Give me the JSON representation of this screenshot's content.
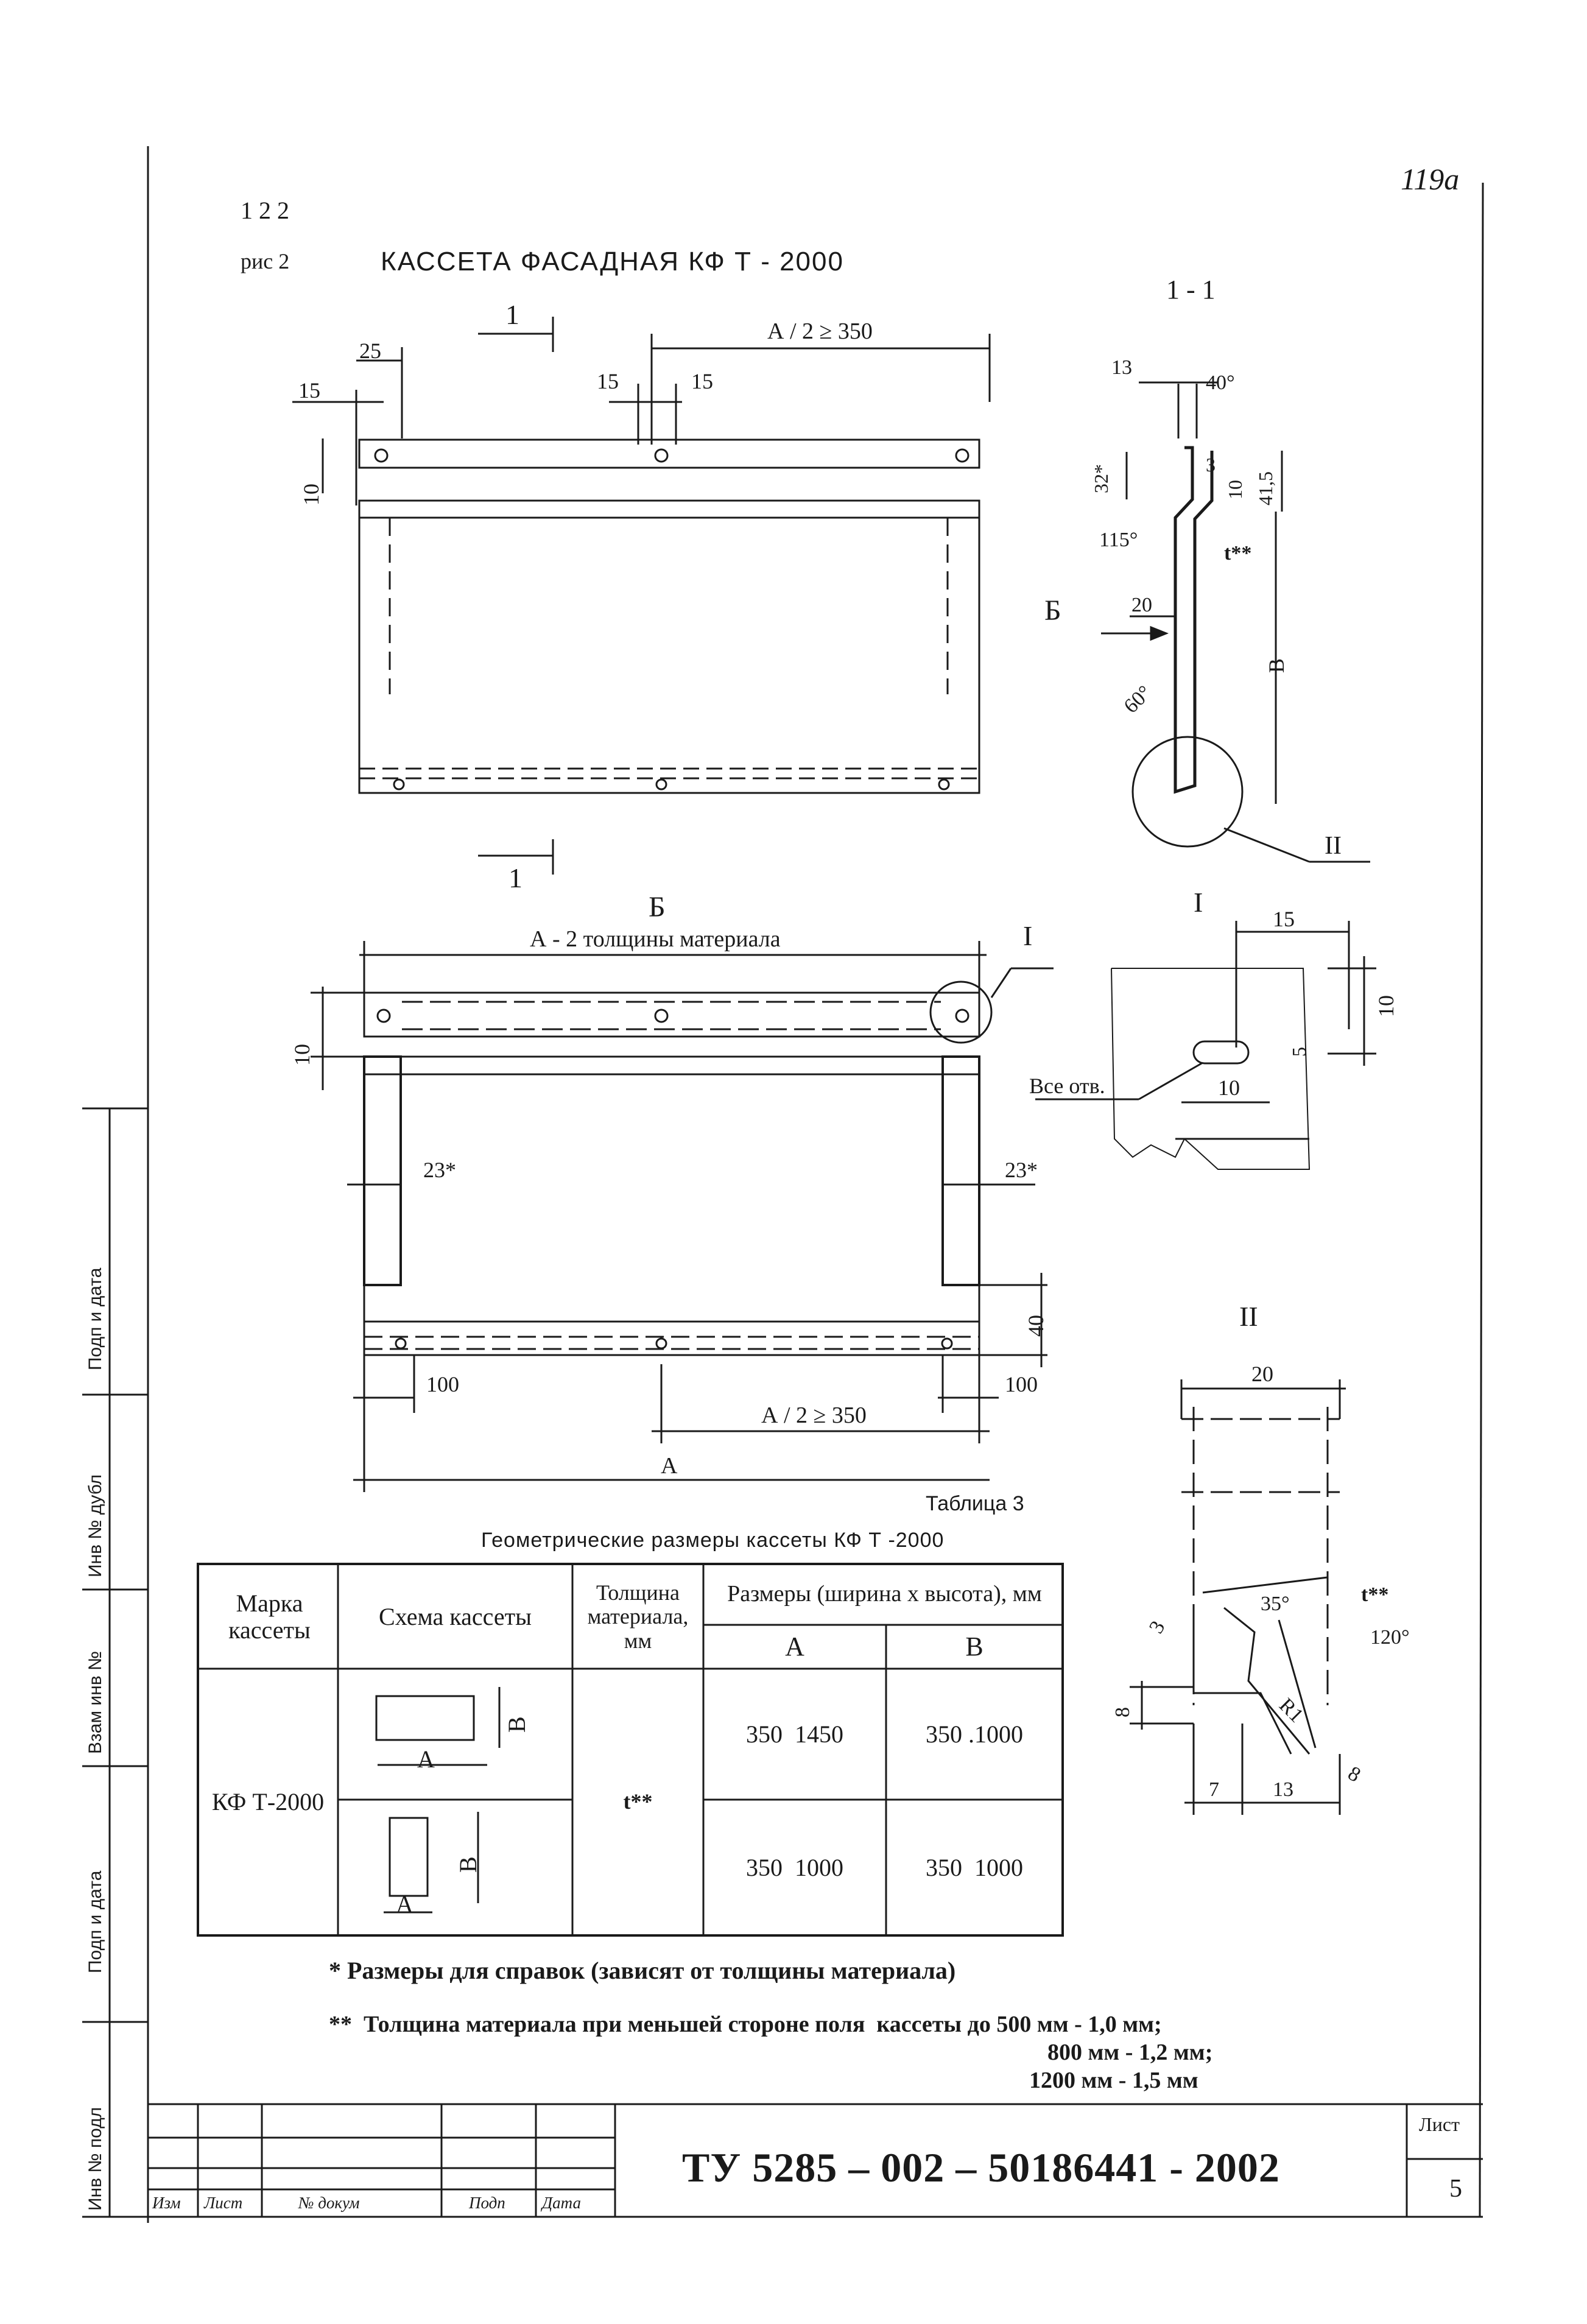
{
  "header": {
    "section": "1 2 2",
    "figure_label": "рис 2",
    "title": "КАССЕТА ФАСАДНАЯ КФ Т - 2000",
    "page_handwritten": "119а"
  },
  "front_view": {
    "section_mark": "1",
    "dims": {
      "top_half": "А / 2 ≥ 350",
      "edge_25": "25",
      "edge_15_left": "15",
      "mid_15_left": "15",
      "mid_15_right": "15",
      "edge_10": "10"
    }
  },
  "section_view": {
    "title": "1 - 1",
    "dims": {
      "d13": "13",
      "angle40": "40°",
      "d32": "32*",
      "d3": "3",
      "d10": "10",
      "d41": "41,5",
      "angle115": "115°",
      "t": "t**",
      "arrow_label": "Б",
      "d20": "20",
      "height": "В",
      "angle60": "60°",
      "detail_label": "II"
    }
  },
  "view_b": {
    "title": "Б",
    "width_label": "А - 2 толщины материала",
    "detail_label": "I",
    "dims": {
      "d10": "10",
      "d23_left": "23*",
      "d23_right": "23*",
      "d40": "40",
      "d100_left": "100",
      "d100_right": "100",
      "half": "А / 2 ≥ 350",
      "total": "А"
    }
  },
  "detail_i": {
    "title": "I",
    "all_holes": "Все отв.",
    "dims": {
      "d15": "15",
      "d10_v": "10",
      "d5": "5",
      "d10_h": "10"
    }
  },
  "detail_ii": {
    "title": "II",
    "dims": {
      "d20": "20",
      "d3": "3",
      "angle35": "35°",
      "t": "t**",
      "angle120": "120°",
      "d8": "8",
      "r1": "R1",
      "d8b": "8",
      "d7": "7",
      "d13": "13"
    }
  },
  "table": {
    "number": "Таблица 3",
    "caption": "Геометрические размеры кассеты КФ Т -2000",
    "headers": {
      "mark": "Марка кассеты",
      "scheme": "Схема кассеты",
      "thickness": "Толщина материала, мм",
      "sizes": "Размеры (ширина х высота), мм",
      "col_a": "А",
      "col_b": "В"
    },
    "mark_value": "КФ Т-2000",
    "thickness_value": "t**",
    "scheme_labels": {
      "a": "А",
      "b": "В"
    },
    "rows": [
      {
        "a": "350  1450",
        "b": "350 .1000"
      },
      {
        "a": "350  1000",
        "b": "350  1000"
      }
    ]
  },
  "notes": {
    "note1": "* Размеры для справок (зависят от толщины материала)",
    "note2_line1": "**  Толщина материала при меньшей стороне поля  кассеты до 500 мм - 1,0 мм;",
    "note2_line2": "800 мм - 1,2 мм;",
    "note2_line3": "1200 мм - 1,5 мм"
  },
  "title_block": {
    "doc_code": "ТУ 5285 – 002 – 50186441 - 2002",
    "sheet_label": "Лист",
    "sheet_number": "5",
    "col_izm": "Изм",
    "col_list": "Лист",
    "col_doc": "№ докум",
    "col_sign": "Подп",
    "col_date": "Дата"
  },
  "side_stamp": {
    "inv_podl": "Инв № подл",
    "podp_data": "Подп и дата",
    "vzam_inv": "Взам инв №",
    "inv_dubl": "Инв № дубл",
    "podp_data2": "Подп и дата"
  }
}
